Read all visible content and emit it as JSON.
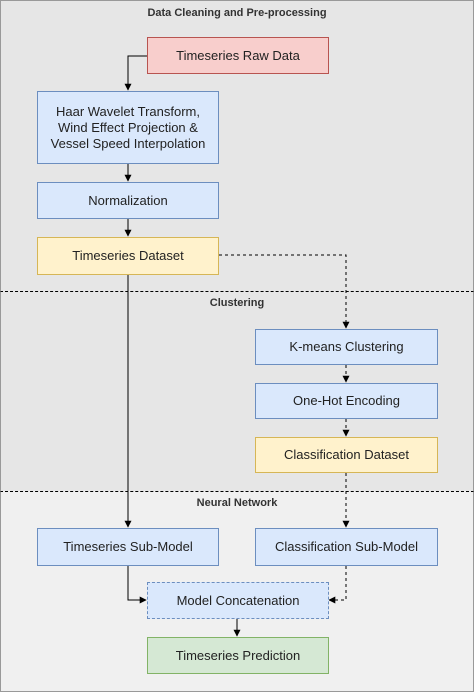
{
  "sections": {
    "preprocessing": "Data Cleaning and Pre-processing",
    "clustering": "Clustering",
    "neural_network": "Neural Network"
  },
  "nodes": {
    "raw_data": "Timeseries Raw Data",
    "wavelet": "Haar Wavelet Transform,\nWind Effect Projection &\nVessel Speed Interpolation",
    "normalization": "Normalization",
    "ts_dataset": "Timeseries Dataset",
    "kmeans": "K-means Clustering",
    "onehot": "One-Hot Encoding",
    "class_dataset": "Classification Dataset",
    "ts_submodel": "Timeseries Sub-Model",
    "class_submodel": "Classification Sub-Model",
    "concat": "Model Concatenation",
    "prediction": "Timeseries Prediction"
  },
  "colors": {
    "section_bg_top": "#e6e6e6",
    "section_bg_mid": "#e6e6e6",
    "section_bg_bottom": "#f0f0f0",
    "edge": "#000000"
  }
}
